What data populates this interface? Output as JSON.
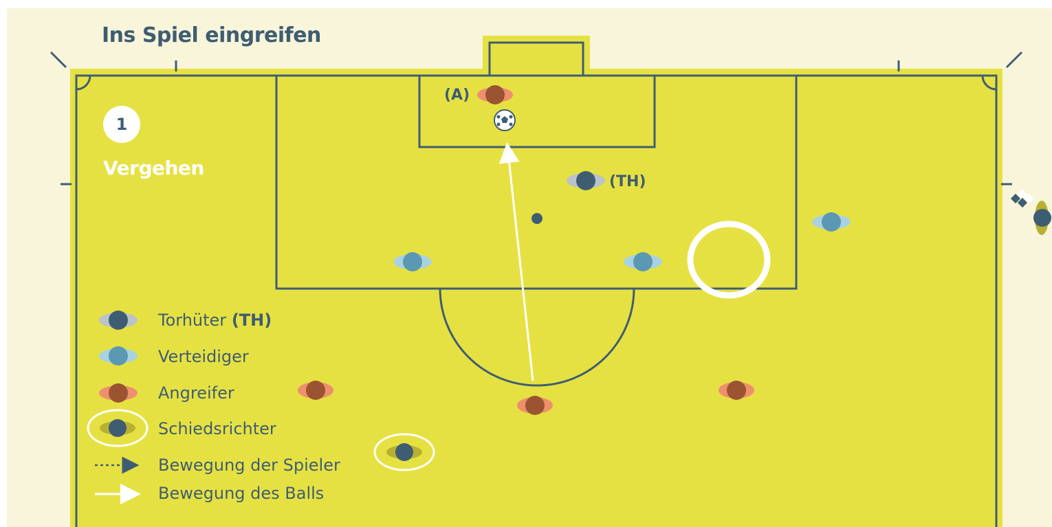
{
  "header": {
    "title": "Ins Spiel eingreifen"
  },
  "step": {
    "number": "1",
    "title": "Vergehen"
  },
  "labels": {
    "attacker_marker": "(A)",
    "goalkeeper_marker": "(TH)"
  },
  "legend": {
    "goalkeeper": "Torhüter",
    "goalkeeper_abbr": "(TH)",
    "defender": "Verteidiger",
    "attacker": "Angreifer",
    "referee": "Schiedsrichter",
    "player_movement": "Bewegung der Spieler",
    "ball_movement": "Bewegung des Balls"
  },
  "colors": {
    "field": "#e6e142",
    "lines": "#3f5d72",
    "goalkeeper": "#3f5d72",
    "defender": "#5a98b4",
    "attacker_head": "#9a5431",
    "attacker_shoulders": "#ee8f6e",
    "referee": "#3f5d72",
    "highlight": "#ffffff"
  },
  "icons": [
    "football-icon",
    "corner-flag-icon",
    "arrow-icon"
  ]
}
